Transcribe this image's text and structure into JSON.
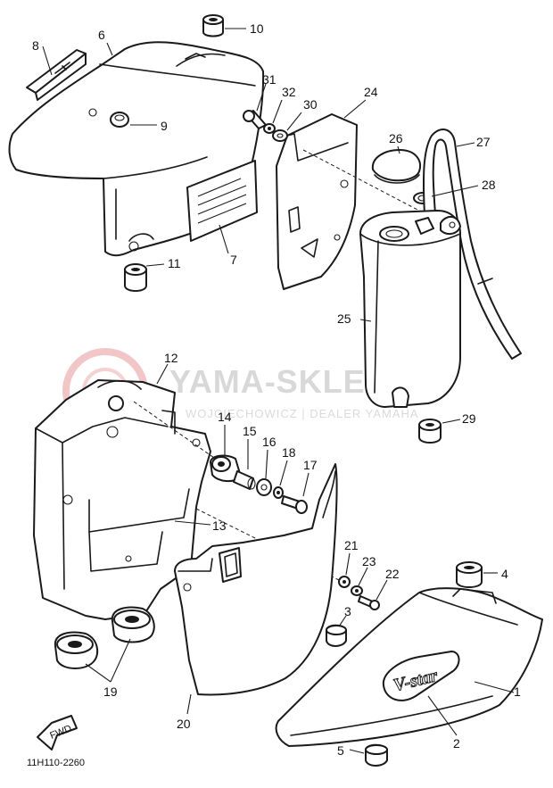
{
  "watermark": {
    "title": "YAMA-SKLEP.PL",
    "subtitle": "WOJCIECHOWICZ | DEALER YAMAHA"
  },
  "drawing_code": "11H110-2260",
  "fwd_label": "FWD",
  "emblem_text": "V-star",
  "callouts": {
    "c1": "1",
    "c2": "2",
    "c3": "3",
    "c4": "4",
    "c5": "5",
    "c6": "6",
    "c7": "7",
    "c8": "8",
    "c9": "9",
    "c10": "10",
    "c11": "11",
    "c12": "12",
    "c13": "13",
    "c14": "14",
    "c15": "15",
    "c16": "16",
    "c17": "17",
    "c18": "18",
    "c19": "19",
    "c20": "20",
    "c21": "21",
    "c22": "22",
    "c23": "23",
    "c24": "24",
    "c25": "25",
    "c26": "26",
    "c27": "27",
    "c28": "28",
    "c29": "29",
    "c30": "30",
    "c31": "31",
    "c32": "32"
  },
  "colors": {
    "line": "#1a1a1a",
    "watermark": "#d8d8d8",
    "watermark_logo": "#f2c6c6"
  }
}
